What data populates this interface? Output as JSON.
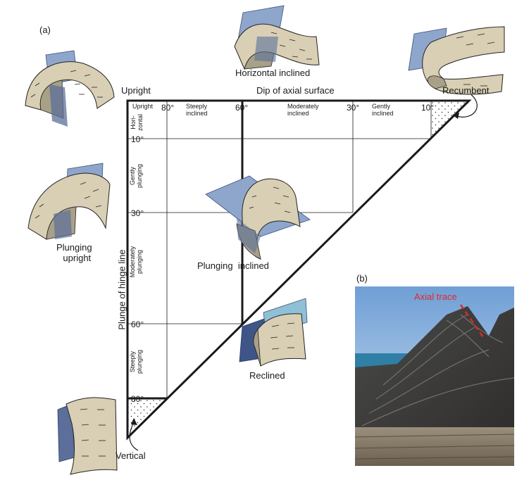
{
  "panel_a_label": "(a)",
  "panel_b_label": "(b)",
  "top_axis_title": "Dip of axial surface",
  "left_axis_title": "Plunge of hinge line",
  "corner_labels": {
    "upright": "Upright",
    "recumbent": "Recumbent",
    "vertical": "Vertical"
  },
  "dip_classes": {
    "upright": "Upright",
    "steeply": [
      "Steeply",
      "inclined"
    ],
    "moderately": [
      "Moderately",
      "inclined"
    ],
    "gently": [
      "Gently",
      "inclined"
    ]
  },
  "dip_ticks": [
    "80°",
    "60°",
    "30°",
    "10°"
  ],
  "plunge_ticks": [
    "10°",
    "30°",
    "60°",
    "80°"
  ],
  "plunge_classes": {
    "horizontal": [
      "Hori-",
      "zontal"
    ],
    "gently": [
      "Gently",
      "plunging"
    ],
    "moderately": [
      "Moderately",
      "plunging"
    ],
    "steeply": [
      "Steeply",
      "plunging"
    ]
  },
  "fold_labels": {
    "horizontal_inclined": "Horizontal inclined",
    "plunging_upright": [
      "Plunging",
      "upright"
    ],
    "plunging_inclined": "Plunging  inclined",
    "reclined": "Reclined"
  },
  "photo": {
    "annotation": "Axial trace",
    "annotation_color": "#e0282a"
  },
  "colors": {
    "fold_fill": "#d8cfb4",
    "fold_inner": "#a9a088",
    "plane_fill": "#8fa6cc",
    "plane_dark": "#5c6f9a",
    "line": "#1a1a1a"
  }
}
